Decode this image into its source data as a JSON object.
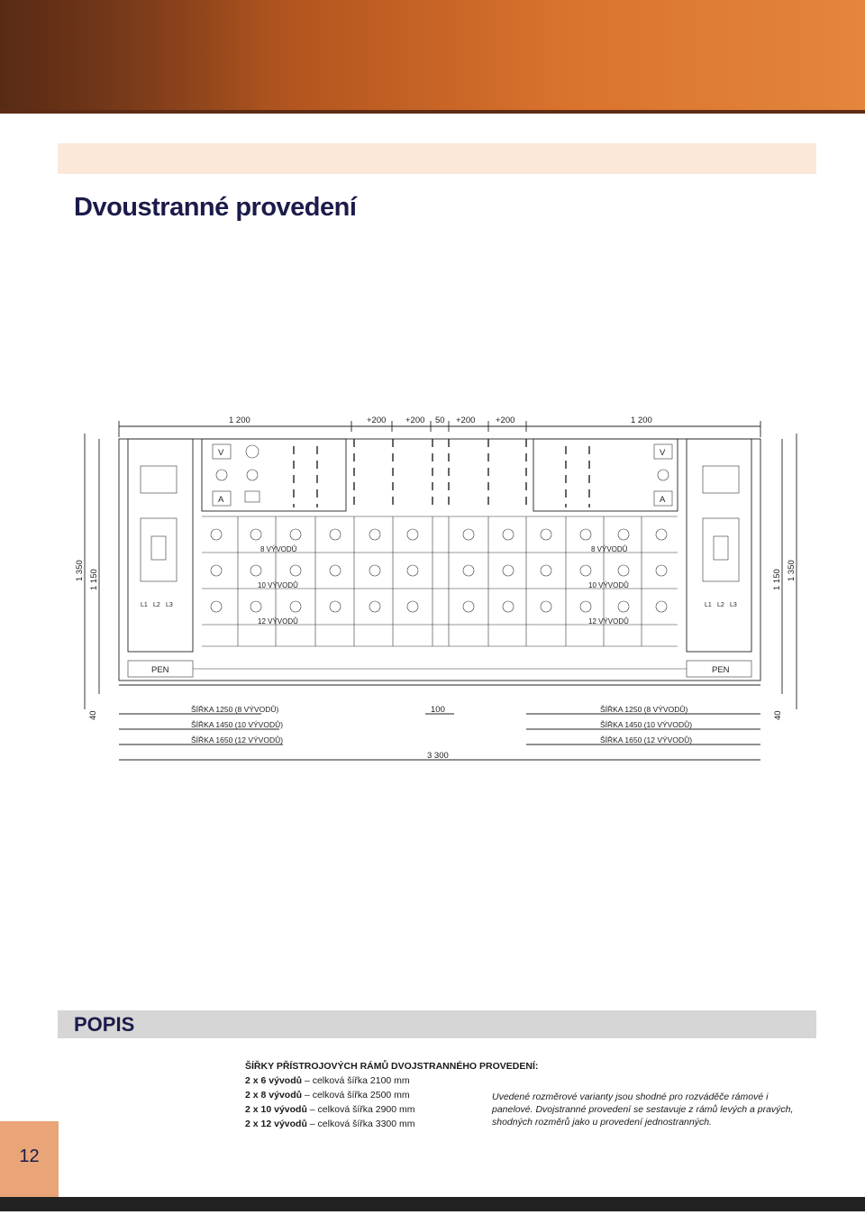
{
  "page": {
    "title": "Dvoustranné provedení",
    "page_number": "12"
  },
  "drawing": {
    "top_dims": [
      "1 200",
      "+200",
      "+200",
      "50",
      "+200",
      "+200",
      "1 200"
    ],
    "left_dims": [
      "1 350",
      "1 150"
    ],
    "right_dims": [
      "1 150",
      "1 350"
    ],
    "bottom_small": [
      "40",
      "40"
    ],
    "meter_labels": [
      "V",
      "A",
      "V",
      "A"
    ],
    "pen": "PEN",
    "phase_labels": [
      "L1",
      "L2",
      "L3"
    ],
    "row_labels": [
      "8 VÝVODŮ",
      "10 VÝVODŮ",
      "12 VÝVODŮ"
    ],
    "width_labels": [
      "ŠÍŘKA  1250  (8 VÝVODŮ)",
      "ŠÍŘKA  1450  (10 VÝVODŮ)",
      "ŠÍŘKA  1650  (12 VÝVODŮ)"
    ],
    "gap": "100",
    "total": "3 300"
  },
  "popis": {
    "heading": "POPIS",
    "spec_title": "ŠÍŘKY PŘÍSTROJOVÝCH RÁMŮ DVOJSTRANNÉHO PROVEDENÍ:",
    "rows": [
      {
        "count": "2 x 6 vývodů",
        "text": "– celková šířka 2100 mm"
      },
      {
        "count": "2 x 8 vývodů",
        "text": "– celková šířka 2500 mm"
      },
      {
        "count": "2 x 10 vývodů",
        "text": "– celková šířka 2900 mm"
      },
      {
        "count": "2 x 12 vývodů",
        "text": "– celková šířka 3300 mm"
      }
    ],
    "note": "Uvedené rozměrové varianty jsou shodné pro rozváděče rámové i panelové. Dvojstranné provedení se sestavuje z rámů levých a pravých, shodných rozměrů jako u provedení jednostranných."
  },
  "colors": {
    "banner": "#d9722d",
    "band": "#fbe8d9",
    "title": "#1b1b4a",
    "popis_bar": "#d6d6d6"
  }
}
